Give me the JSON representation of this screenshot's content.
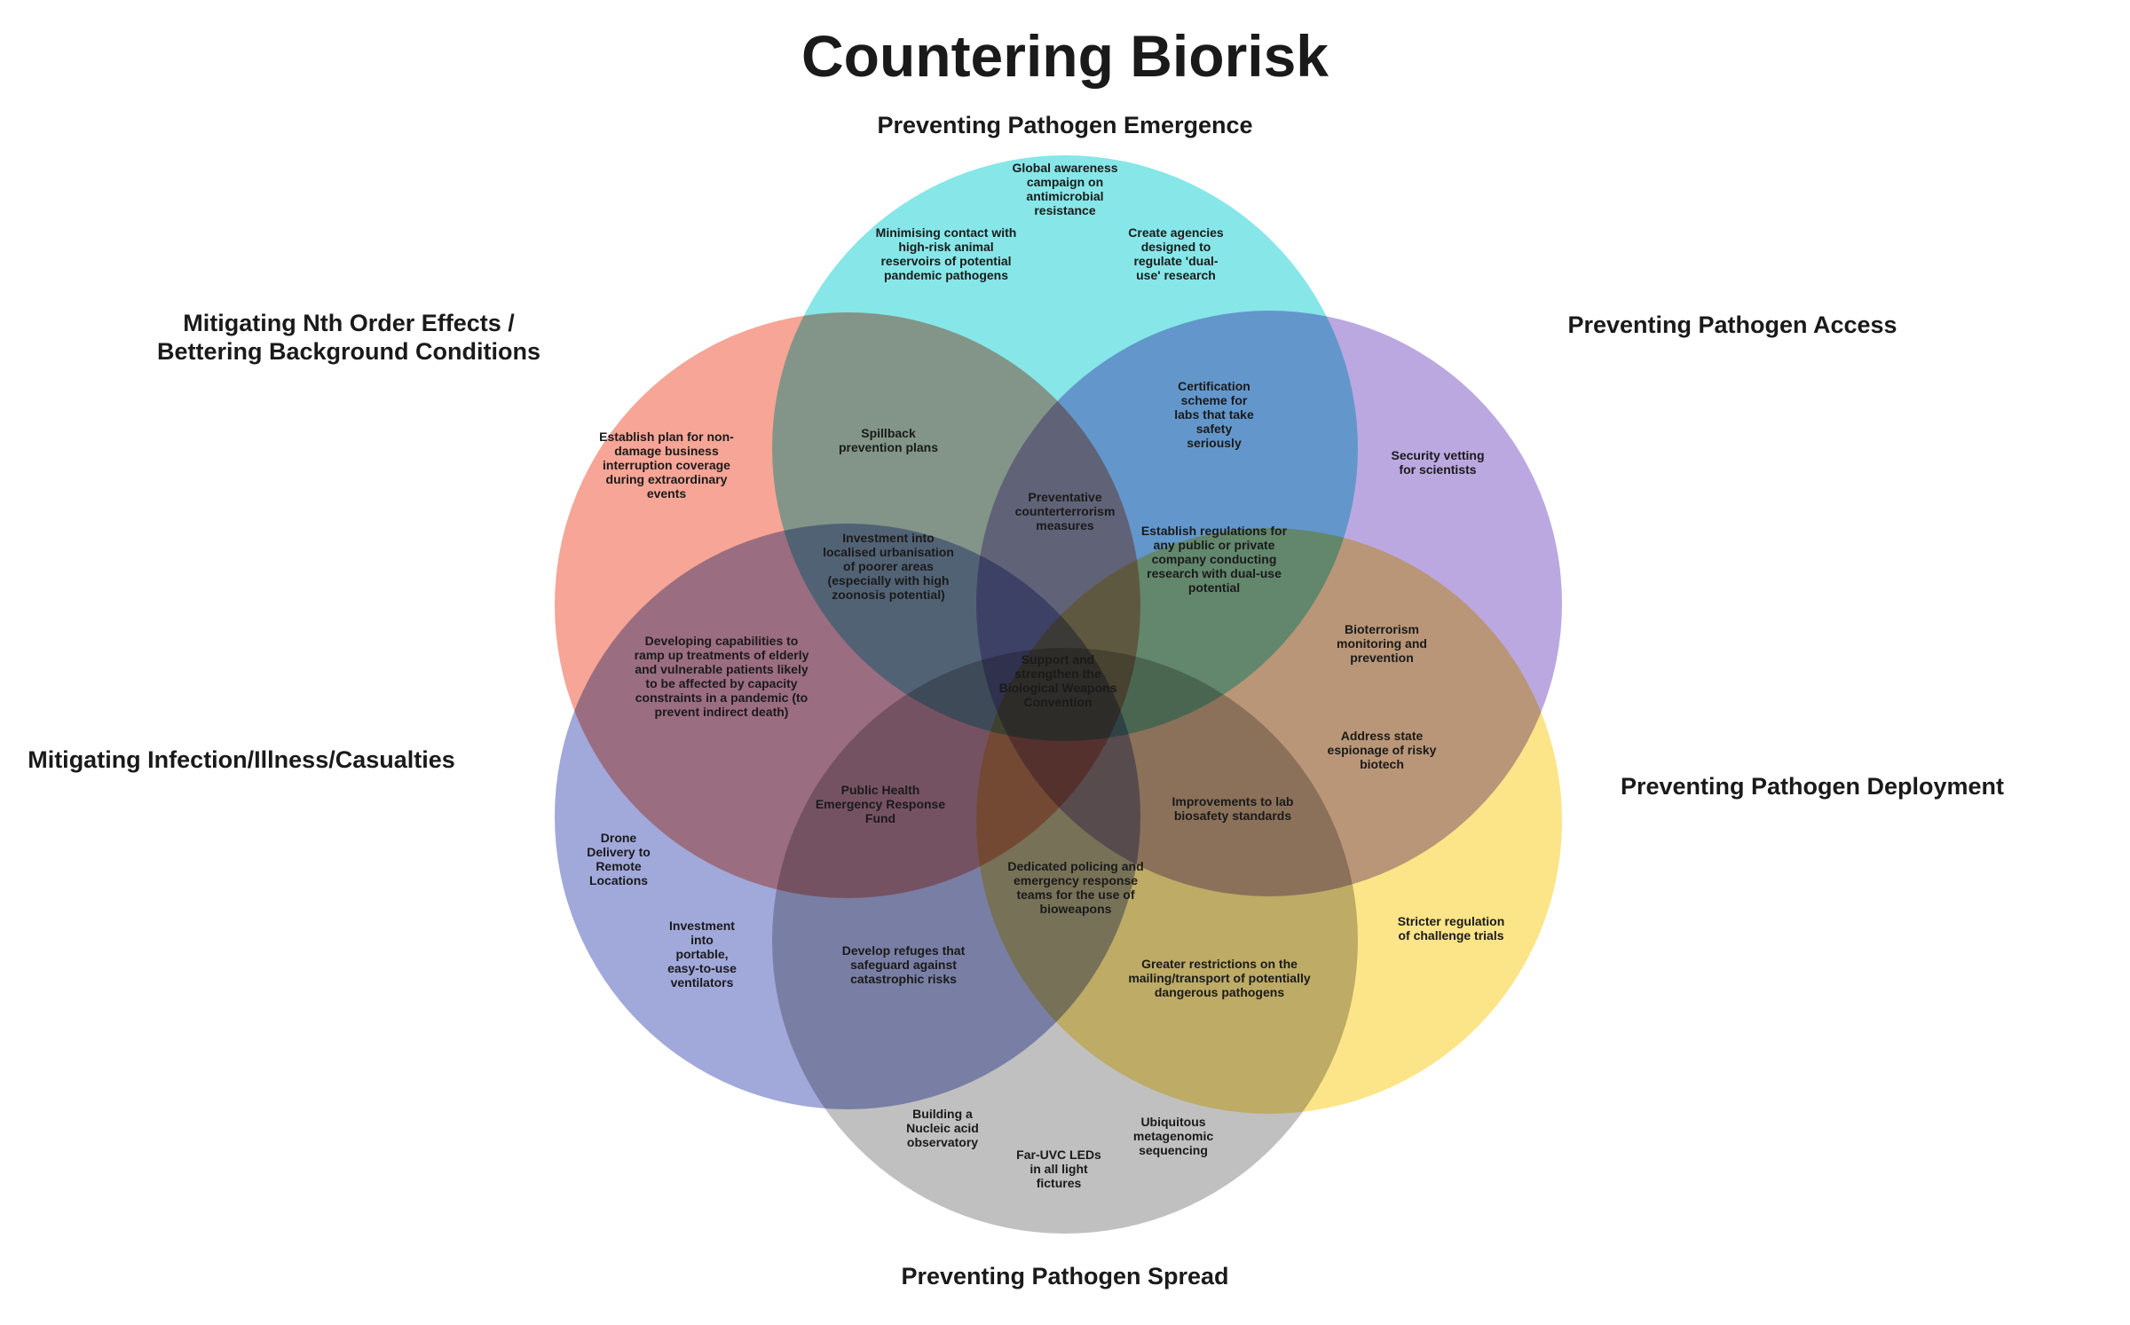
{
  "title": "Countering Biorisk",
  "sets": [
    {
      "id": "emergence",
      "label": [
        "Preventing Pathogen Emergence"
      ],
      "color": "#5fdde0"
    },
    {
      "id": "access",
      "label": [
        "Preventing Pathogen Access"
      ],
      "color": "#9b7fd1"
    },
    {
      "id": "deployment",
      "label": [
        "Preventing Pathogen Deployment"
      ],
      "color": "#fbd95a"
    },
    {
      "id": "spread",
      "label": [
        "Preventing Pathogen Spread"
      ],
      "color": "#a8a8a8"
    },
    {
      "id": "infection",
      "label": [
        "Mitigating Infection/Illness/Casualties"
      ],
      "color": "#7d86cc"
    },
    {
      "id": "nth_order",
      "label": [
        "Mitigating Nth Order Effects /",
        "Bettering Background Conditions"
      ],
      "color": "#f2826d"
    }
  ],
  "items": [
    {
      "id": "global-awareness",
      "lines": [
        "Global awareness",
        "campaign on",
        "antimicrobial",
        "resistance"
      ]
    },
    {
      "id": "minimising-contact",
      "lines": [
        "Minimising contact with",
        "high-risk animal",
        "reservoirs of potential",
        "pandemic pathogens"
      ]
    },
    {
      "id": "create-agencies",
      "lines": [
        "Create agencies",
        "designed to",
        "regulate 'dual-",
        "use' research"
      ]
    },
    {
      "id": "spillback",
      "lines": [
        "Spillback",
        "prevention plans"
      ]
    },
    {
      "id": "certification",
      "lines": [
        "Certification",
        "scheme for",
        "labs that take",
        "safety",
        "seriously"
      ]
    },
    {
      "id": "security-vetting",
      "lines": [
        "Security vetting",
        "for scientists"
      ]
    },
    {
      "id": "business-interruption",
      "lines": [
        "Establish plan for non-",
        "damage business",
        "interruption coverage",
        "during extraordinary",
        "events"
      ]
    },
    {
      "id": "counterterrorism",
      "lines": [
        "Preventative",
        "counterterrorism",
        "measures"
      ]
    },
    {
      "id": "urbanisation",
      "lines": [
        "Investment into",
        "localised urbanisation",
        "of poorer areas",
        "(especially with high",
        "zoonosis potential)"
      ]
    },
    {
      "id": "dual-use-regulations",
      "lines": [
        "Establish regulations for",
        "any public or private",
        "company conducting",
        "research with dual-use",
        "potential"
      ]
    },
    {
      "id": "bioterrorism",
      "lines": [
        "Bioterrorism",
        "monitoring and",
        "prevention"
      ]
    },
    {
      "id": "elderly-capabilities",
      "lines": [
        "Developing capabilities to",
        "ramp up treatments of elderly",
        "and vulnerable patients likely",
        "to be affected by capacity",
        "constraints in a pandemic (to",
        "prevent indirect death)"
      ]
    },
    {
      "id": "bwc",
      "lines": [
        "Support and",
        "strengthen the",
        "Biological Weapons",
        "Convention"
      ]
    },
    {
      "id": "state-espionage",
      "lines": [
        "Address state",
        "espionage of risky",
        "biotech"
      ]
    },
    {
      "id": "public-health-fund",
      "lines": [
        "Public Health",
        "Emergency Response",
        "Fund"
      ]
    },
    {
      "id": "lab-biosafety",
      "lines": [
        "Improvements to lab",
        "biosafety standards"
      ]
    },
    {
      "id": "drone-delivery",
      "lines": [
        "Drone",
        "Delivery to",
        "Remote",
        "Locations"
      ]
    },
    {
      "id": "policing-teams",
      "lines": [
        "Dedicated policing and",
        "emergency response",
        "teams for the use of",
        "bioweapons"
      ]
    },
    {
      "id": "challenge-trials",
      "lines": [
        "Stricter regulation",
        "of challenge trials"
      ]
    },
    {
      "id": "ventilators",
      "lines": [
        "Investment",
        "into",
        "portable,",
        "easy-to-use",
        "ventilators"
      ]
    },
    {
      "id": "refuges",
      "lines": [
        "Develop refuges that",
        "safeguard against",
        "catastrophic risks"
      ]
    },
    {
      "id": "mailing-restrictions",
      "lines": [
        "Greater restrictions on the",
        "mailing/transport of potentially",
        "dangerous pathogens"
      ]
    },
    {
      "id": "nucleic-acid",
      "lines": [
        "Building a",
        "Nucleic acid",
        "observatory"
      ]
    },
    {
      "id": "metagenomic",
      "lines": [
        "Ubiquitous",
        "metagenomic",
        "sequencing"
      ]
    },
    {
      "id": "far-uvc",
      "lines": [
        "Far-UVC LEDs",
        "in all light",
        "fictures"
      ]
    }
  ]
}
